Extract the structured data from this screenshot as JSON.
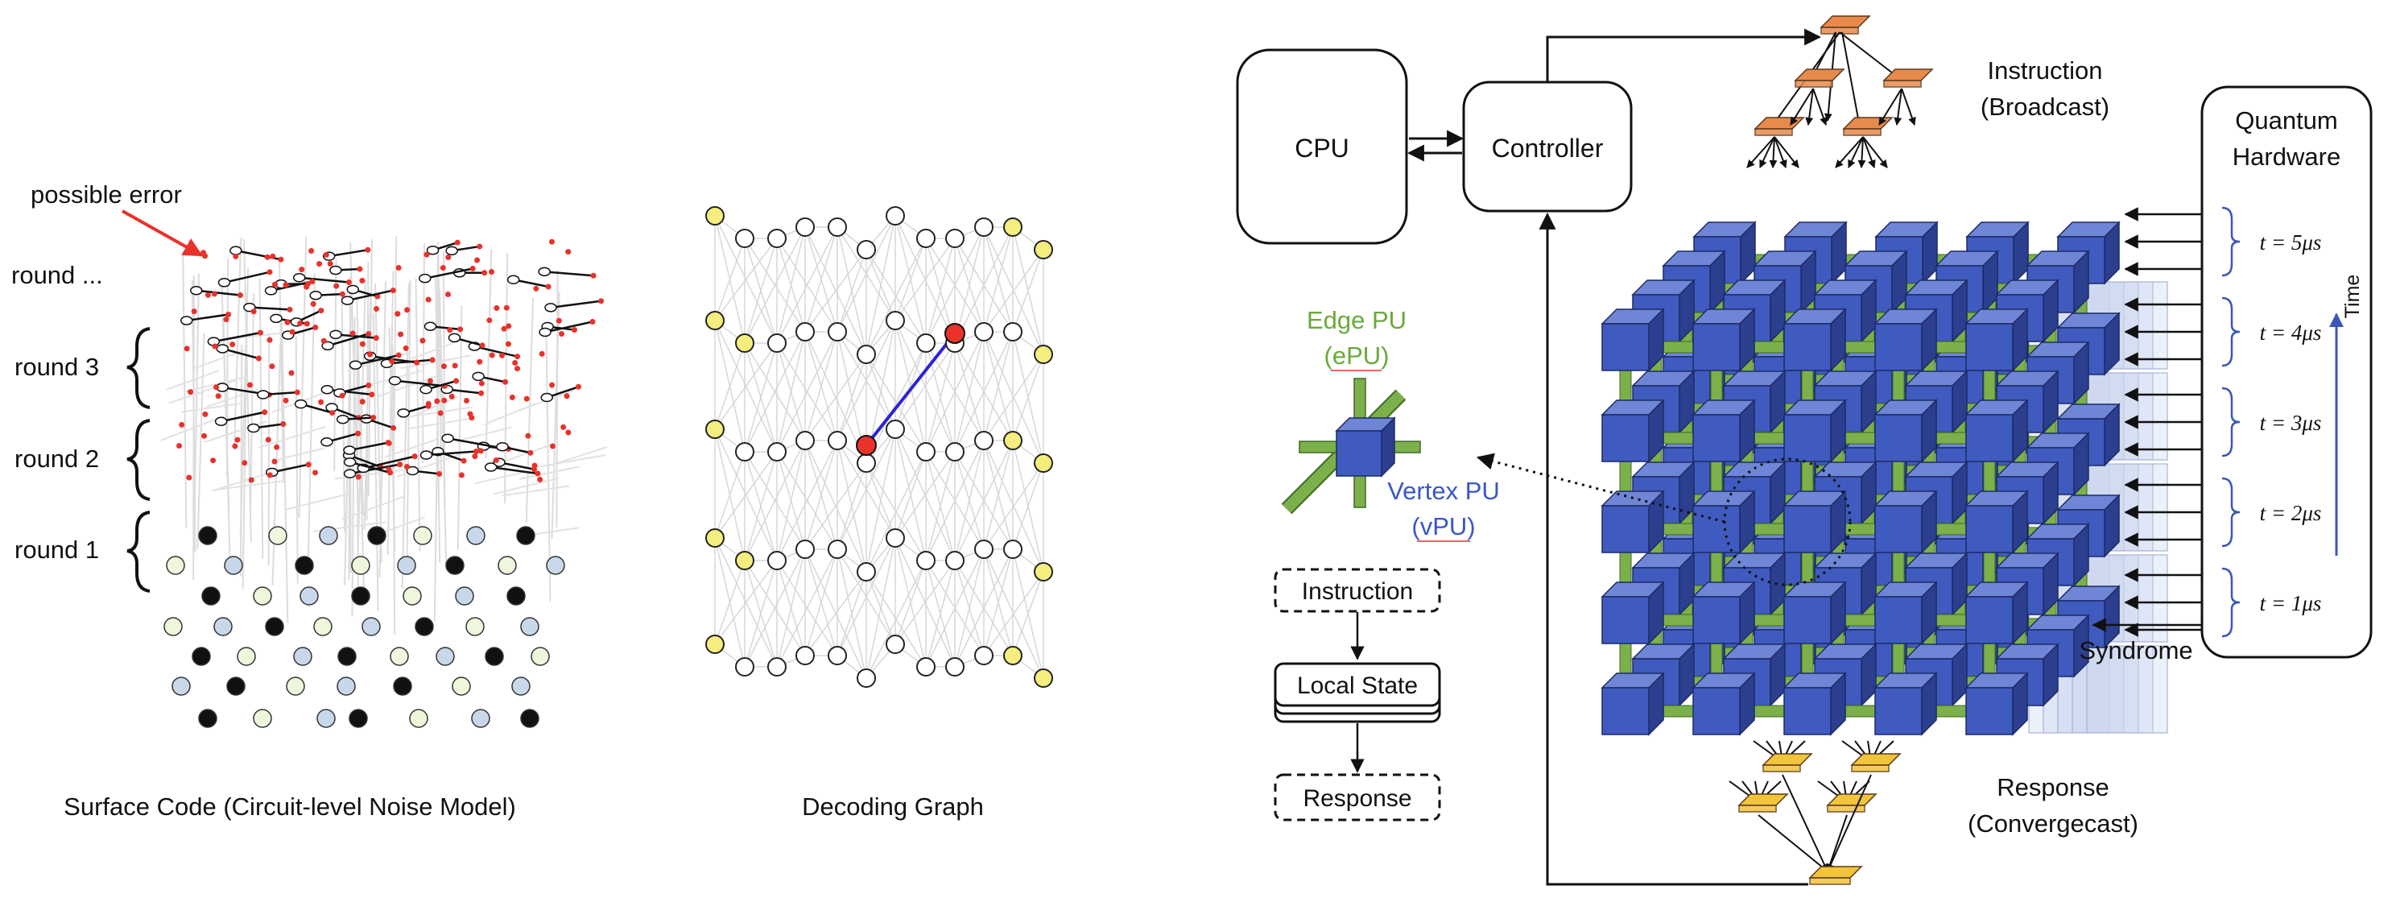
{
  "surface_code": {
    "annotation": "possible error",
    "rounds": [
      "round ...",
      "round 3",
      "round 2",
      "round 1"
    ],
    "caption": "Surface Code (Circuit-level Noise Model)"
  },
  "decoding_graph": {
    "caption": "Decoding Graph"
  },
  "architecture": {
    "cpu": "CPU",
    "controller": "Controller",
    "instruction_line1": "Instruction",
    "instruction_line2": "(Broadcast)",
    "response_line1": "Response",
    "response_line2": "(Convergecast)",
    "quantum_line1": "Quantum",
    "quantum_line2": "Hardware",
    "time_label": "Time",
    "times": [
      "t = 5μs",
      "t = 4μs",
      "t = 3μs",
      "t = 2μs",
      "t = 1μs"
    ],
    "syndrome": "Syndrome",
    "edge_pu_line1": "Edge PU",
    "edge_pu_line2": "(ePU)",
    "vertex_pu_line1": "Vertex PU",
    "vertex_pu_line2": "(vPU)",
    "flow": [
      "Instruction",
      "Local State",
      "Response"
    ]
  },
  "colors": {
    "red": "#e8322a",
    "blue_cube": "#3f5bbf",
    "green_edge": "#7bb04a",
    "orange_node": "#e88a4c",
    "yellow_node": "#f2c43a",
    "defect_yellow": "#f3ee7d",
    "violet_link": "#2c23d6",
    "time_arrow": "#3a57b8",
    "edge_pu_text": "#6aaa3a",
    "vertex_pu_text": "#3a57c8"
  }
}
